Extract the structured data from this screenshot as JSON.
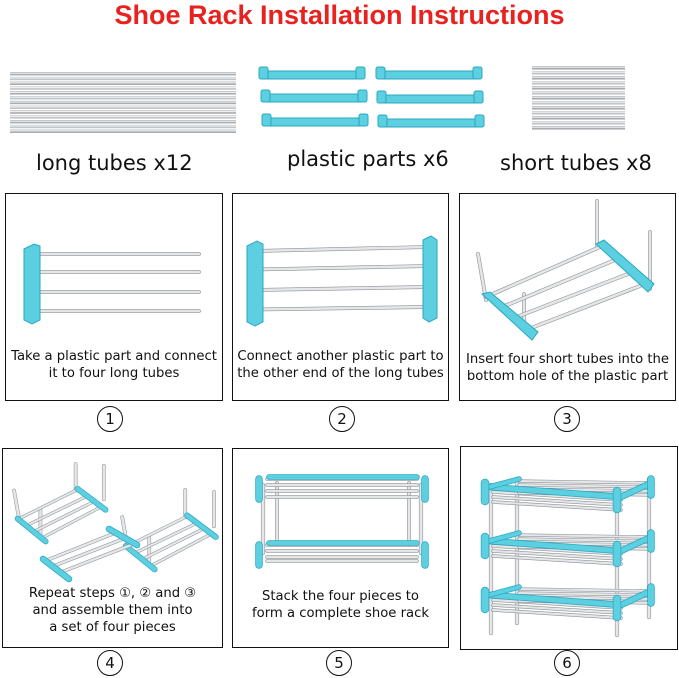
{
  "title": "Shoe Rack Installation Instructions",
  "parts": [
    {
      "label": "long tubes x12",
      "icon": "long-tubes-icon"
    },
    {
      "label": "plastic parts x6",
      "icon": "plastic-parts-icon"
    },
    {
      "label": "short tubes x8",
      "icon": "short-tubes-icon"
    }
  ],
  "steps": [
    {
      "number": "1",
      "caption_lines": [
        "Take a plastic part and connect",
        "it to four long tubes"
      ]
    },
    {
      "number": "2",
      "caption_lines": [
        "Connect another plastic part to",
        "the other end of the long tubes"
      ]
    },
    {
      "number": "3",
      "caption_lines": [
        "Insert four short tubes into the",
        "bottom hole of the plastic part"
      ]
    },
    {
      "number": "4",
      "caption_lines": [
        "Repeat steps ①, ② and ③",
        "and assemble them into",
        "a set of four pieces"
      ]
    },
    {
      "number": "5",
      "caption_lines": [
        "Stack the four pieces to",
        "form a complete shoe rack"
      ]
    },
    {
      "number": "6",
      "caption_lines": []
    }
  ],
  "colors": {
    "title": "#e8231f",
    "plastic": "#5ccfe0",
    "plastic_dark": "#2aa8c0",
    "tube": "#b9bcbf",
    "tube_light": "#e4e6e8",
    "border": "#111111"
  }
}
